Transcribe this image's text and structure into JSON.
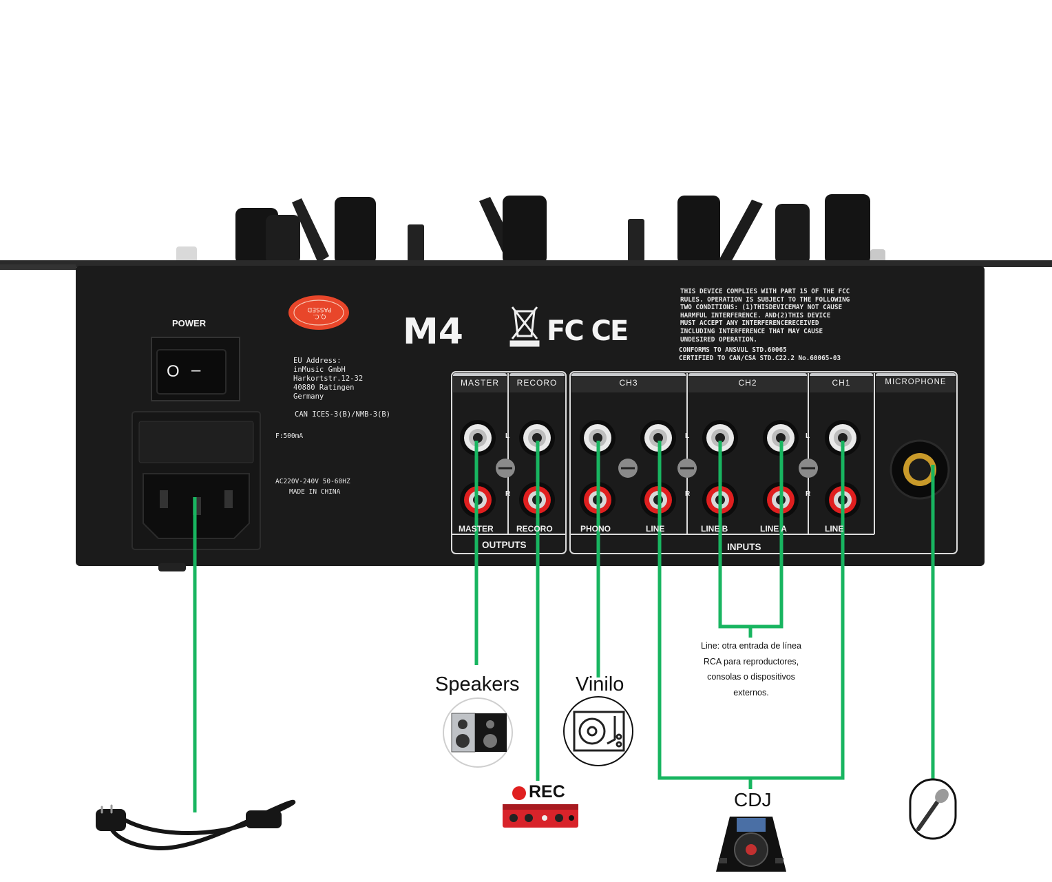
{
  "device": {
    "model": "M4",
    "qc_stamp": "Q.C. PASSED",
    "power_label": "POWER",
    "switch_off": "O",
    "switch_on": "–",
    "eu_address": [
      "EU Address:",
      "inMusic GmbH",
      "Harkortstr.12-32",
      "40880 Ratingen",
      "Germany"
    ],
    "can_ices": "CAN ICES-3(B)/NMB-3(B)",
    "fuse": "F:500mA",
    "voltage": "AC220V-240V 50-60HZ",
    "made_in": "MADE IN CHINA",
    "fcc_text": [
      "THIS DEVICE COMPLIES WITH PART 15 OF THE FCC",
      "RULES. OPERATION IS SUBJECT TO THE FOLLOWING",
      "TWO CONDITIONS: (1)THISDEVICEMAY NOT CAUSE",
      "HARMFUL INTERFERENCE. AND(2)THIS DEVICE",
      "MUST ACCEPT ANY INTERFERENCERECEIVED",
      "INCLUDING INTERFERENCE THAT MAY CAUSE",
      "UNDESIRED OPERATION."
    ],
    "conforms": [
      "CONFORMS TO ANSVUL STD.60065",
      "CERTIFIED TO CAN/CSA STD.C22.2 No.60065-03"
    ],
    "sections": {
      "master": "MASTER",
      "record": "RECORO",
      "ch3": "CH3",
      "ch2": "CH2",
      "ch1": "CH1",
      "microphone": "MICROPHONE"
    },
    "jacks": {
      "master": "MASTER",
      "record": "RECORO",
      "phono": "PHONO",
      "line3": "LINE",
      "lineb": "LINE B",
      "linea": "LINE A",
      "line1": "LINE"
    },
    "outputs_label": "OUTPUTS",
    "inputs_label": "INPUTS",
    "l_label": "L",
    "r_label": "R"
  },
  "connections": {
    "speakers": "Speakers",
    "vinilo": "Vinilo",
    "line_note": "Line: otra entrada de línea RCA para reproductores, consolas o dispositivos externos.",
    "rec": "REC",
    "cdj": "CDJ"
  },
  "colors": {
    "wire": "#18b560",
    "panel": "#1b1b1b",
    "rec_dot": "#e02020",
    "interface_red": "#d8232a"
  }
}
